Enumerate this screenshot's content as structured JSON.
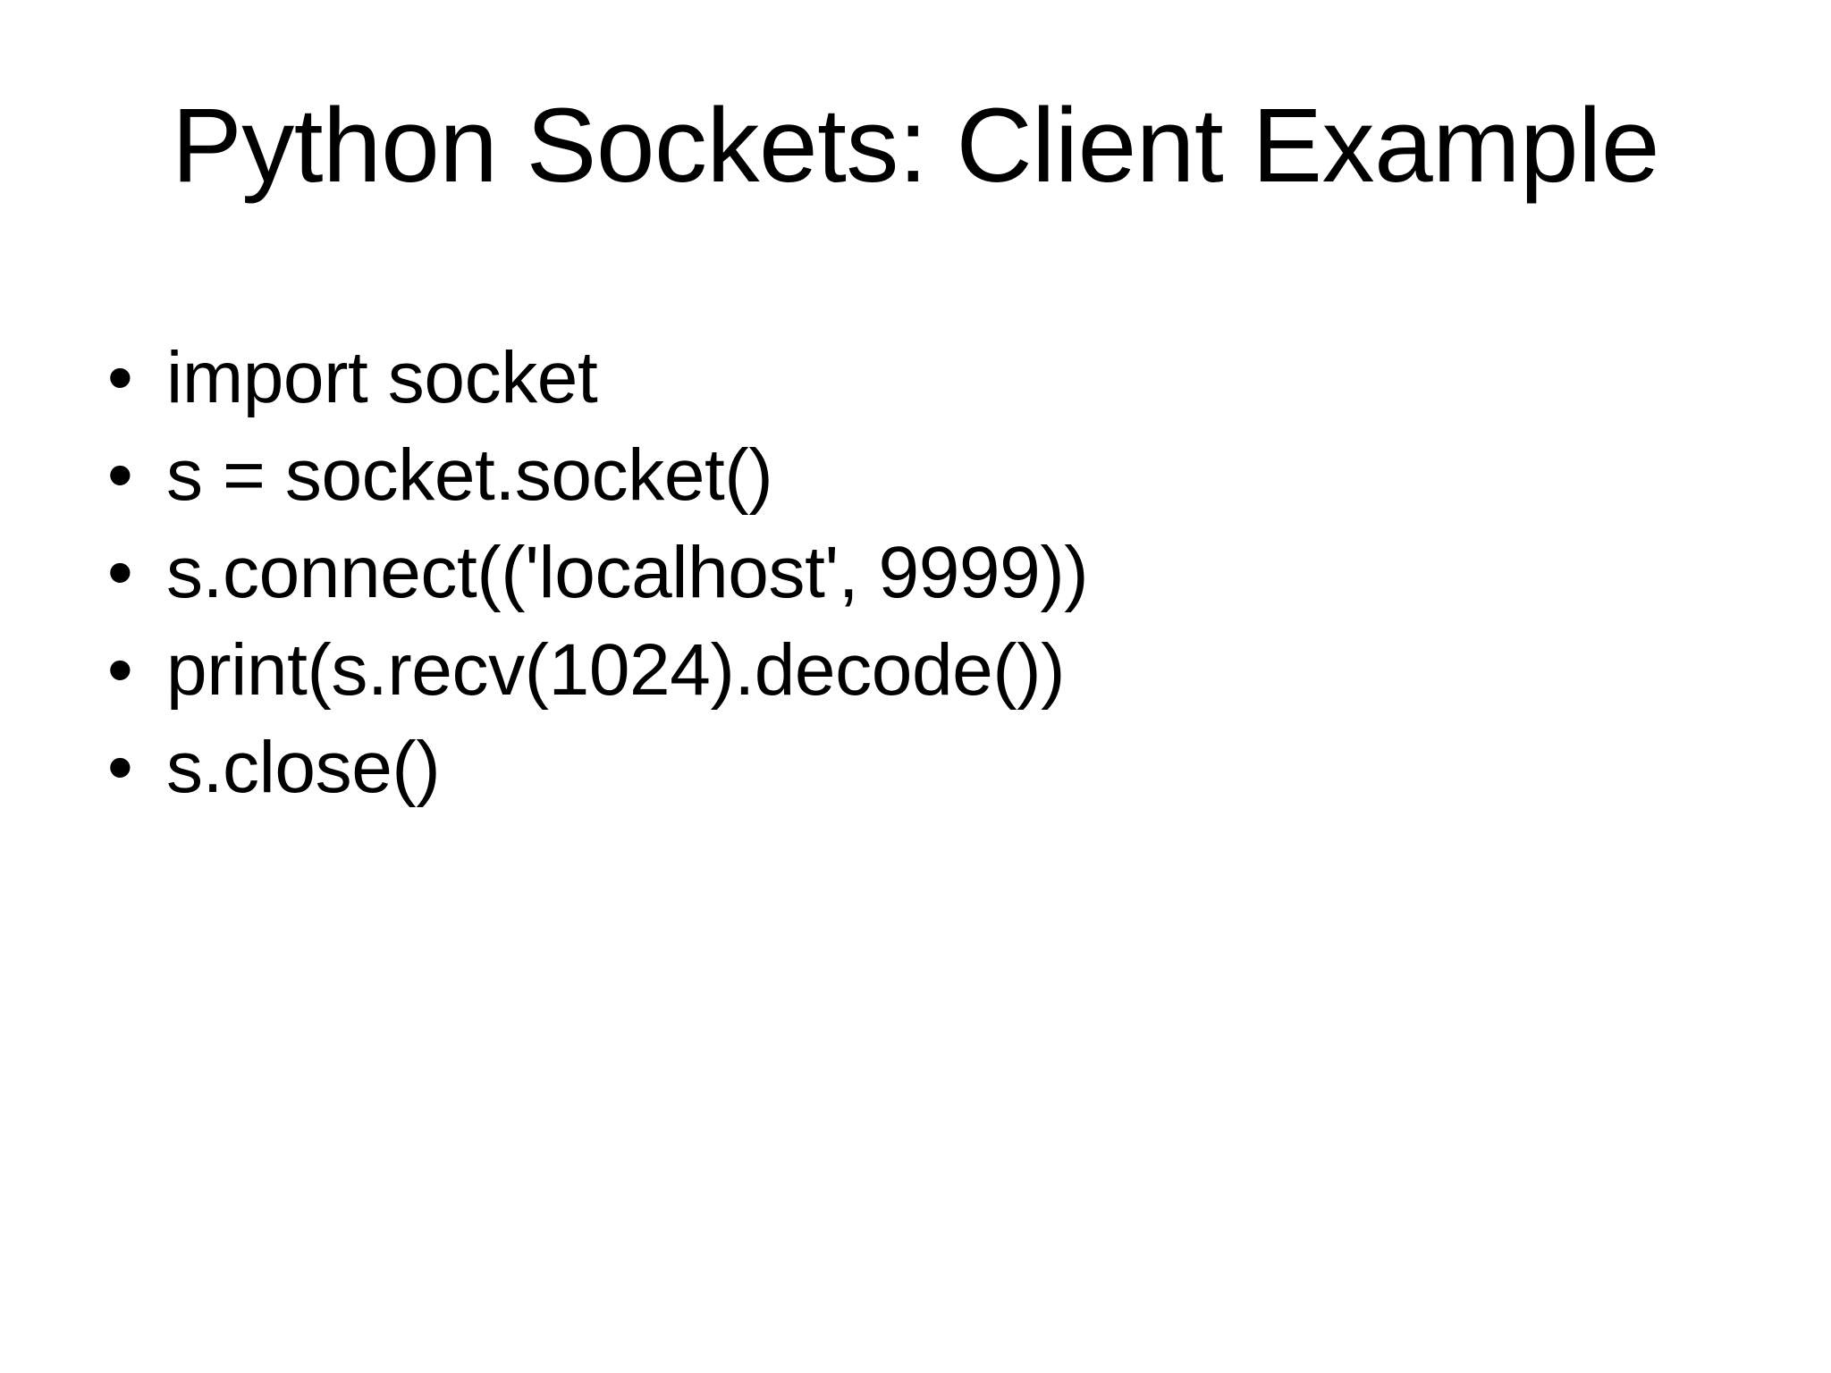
{
  "slide": {
    "background_color": "#ffffff",
    "text_color": "#000000",
    "title": "Python Sockets: Client Example",
    "bullet_marker": "•",
    "bullets": [
      {
        "text": "import socket"
      },
      {
        "text": "s = socket.socket()"
      },
      {
        "text": "s.connect(('localhost', 9999))"
      },
      {
        "text": "print(s.recv(1024).decode())"
      },
      {
        "text": "s.close()"
      }
    ]
  }
}
